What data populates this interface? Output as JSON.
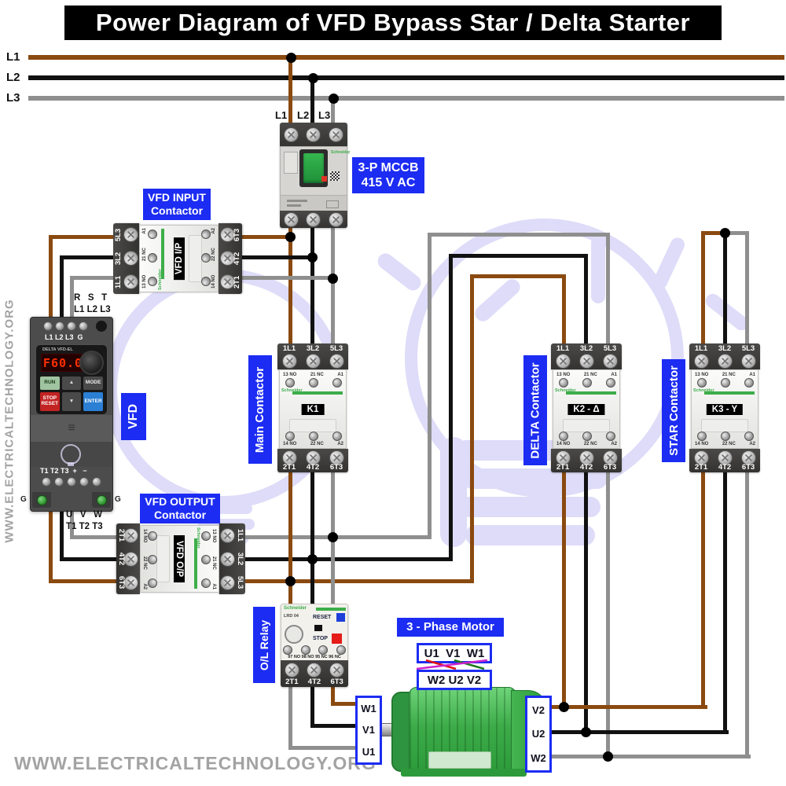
{
  "title": "Power Diagram of VFD Bypass Star / Delta Starter",
  "watermark": {
    "text": "WWW.ELECTRICALTECHNOLOGY.ORG"
  },
  "bus": {
    "l1": "L1",
    "l2": "L2",
    "l3": "L3"
  },
  "mccb": {
    "terminals": [
      "L1",
      "L2",
      "L3"
    ],
    "badge": [
      "3-P MCCB",
      "415 V AC"
    ],
    "brand": "Schneider"
  },
  "contactor_common": {
    "top1": "1L1",
    "top2": "3L2",
    "top3": "5L3",
    "bot1": "2T1",
    "bot2": "4T2",
    "bot3": "6T3",
    "aux_no": "13 NO",
    "aux_nc": "21 NC",
    "a1": "A1",
    "aux_no2": "14  NO",
    "aux_nc2": "22  NC",
    "a2": "A2",
    "brand": "Schneider"
  },
  "input_contactor": {
    "label1": "VFD INPUT",
    "label2": "Contactor",
    "tag": "VFD I/P"
  },
  "output_contactor": {
    "label1": "VFD OUTPUT",
    "label2": "Contactor",
    "tag": "VFD O/P"
  },
  "main_contactor": {
    "label": "Main Contactor",
    "tag": "K1"
  },
  "delta_contactor": {
    "label": "DELTA Contactor",
    "tag": "K2 - Δ"
  },
  "star_contactor": {
    "label": "STAR Contactor",
    "tag": "K3 - Y"
  },
  "vfd": {
    "label": "VFD",
    "line_side": "R   S   T\nL1 L2 L3",
    "top_terminals": "L1 L2 L3  G",
    "brand": "DELTA VFD-EL",
    "display": "F60.0",
    "btn_run": "RUN",
    "btn_up": "▲",
    "btn_mode": "MODE",
    "btn_stop": "STOP RESET",
    "btn_down": "▼",
    "btn_enter": "ENTER",
    "bottom_terminals": "T1 T2 T3  +   −",
    "load_side": "U   V   W\nT1 T2 T3",
    "ground": "G"
  },
  "ol_relay": {
    "label": "O/L Relay",
    "brand": "Schneider",
    "model": "LRD 04",
    "reset": "RESET",
    "stop": "STOP",
    "aux": "97 NO 98 NO 95 NC 96 NC",
    "bot1": "2T1",
    "bot2": "4T2",
    "bot3": "6T3"
  },
  "motor": {
    "label": "3 - Phase Motor",
    "link_top": "U1  V1  W1",
    "link_bottom": "W2 U2 V2",
    "left_terminals": [
      "W1",
      "V1",
      "U1"
    ],
    "right_terminals": [
      "V2",
      "U2",
      "W2"
    ]
  },
  "colors": {
    "wire_l1_brown": "#8a4a10",
    "wire_l2_black": "#111111",
    "wire_l3_gray": "#8f8f8f",
    "label_blue": "#1c2cf2",
    "motor_green": "#3cab48",
    "bulb_watermark": "#dedcf8",
    "link_red": "#e11111",
    "link_green": "#1a7a1a",
    "link_magenta": "#cc22cc"
  }
}
